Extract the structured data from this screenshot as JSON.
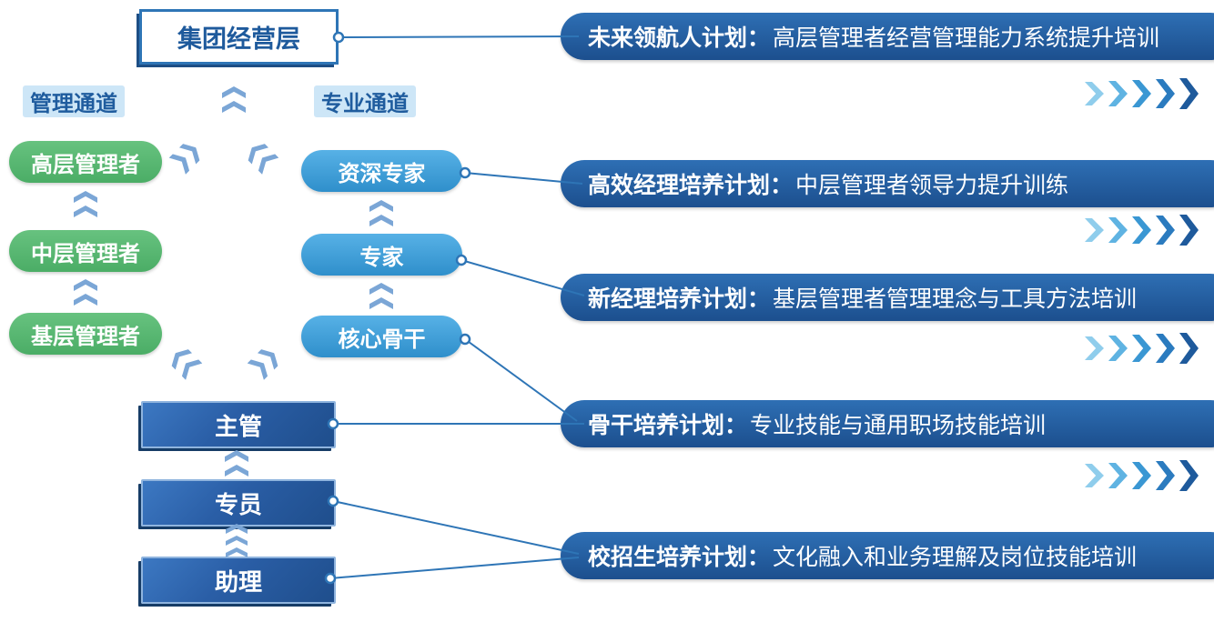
{
  "top_box": {
    "label": "集团经营层"
  },
  "channels": {
    "management": "管理通道",
    "professional": "专业通道"
  },
  "management_levels": [
    "高层管理者",
    "中层管理者",
    "基层管理者"
  ],
  "professional_levels": [
    "资深专家",
    "专家",
    "核心骨干"
  ],
  "staff_levels": [
    "主管",
    "专员",
    "助理"
  ],
  "programs": [
    {
      "title": "未来领航人计划：",
      "desc": "高层管理者经营管理能力系统提升培训"
    },
    {
      "title": "高效经理培养计划：",
      "desc": "中层管理者领导力提升训练"
    },
    {
      "title": "新经理培养计划：",
      "desc": "基层管理者管理理念与工具方法培训"
    },
    {
      "title": "骨干培养计划：",
      "desc": "专业技能与通用职场技能培训"
    },
    {
      "title": "校招生培养计划：",
      "desc": "文化融入和业务理解及岗位技能培训"
    }
  ],
  "colors": {
    "bar_blue": "#1F5C9E",
    "pill_green": "#56B873",
    "pill_blue": "#3FA0DC",
    "channel_label_bg": "#CDE6F7",
    "accent_blue": "#2E75B6"
  }
}
